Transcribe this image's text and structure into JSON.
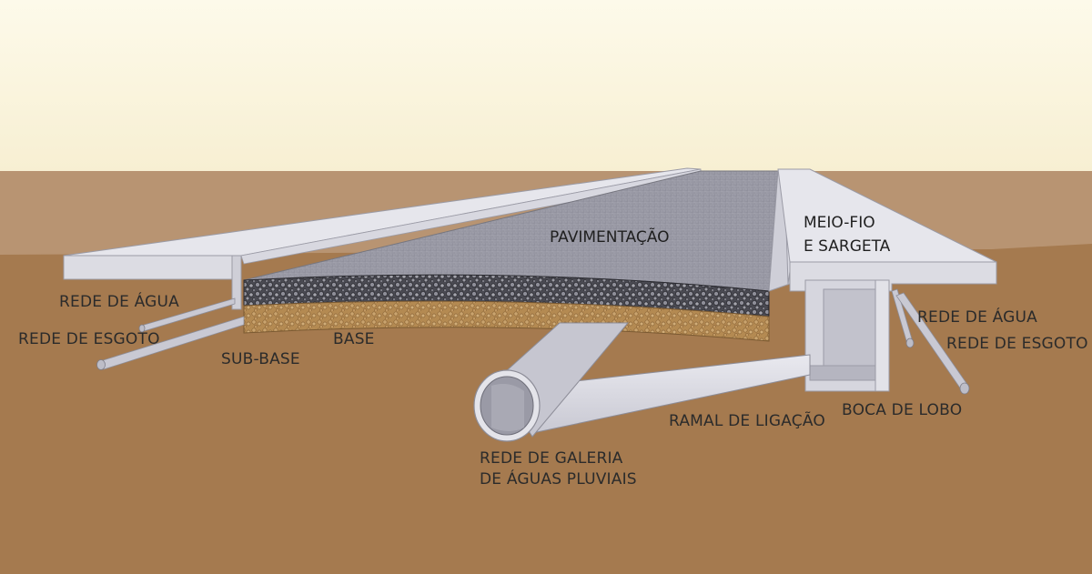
{
  "labels": {
    "pavimentacao": "PAVIMENTAÇÃO",
    "meio_fio_line1": "MEIO-FIO",
    "meio_fio_line2": "E SARGETA",
    "rede_agua_left": "REDE DE ÁGUA",
    "rede_esgoto_left": "REDE DE ESGOTO",
    "base": "BASE",
    "sub_base": "SUB-BASE",
    "rede_agua_right": "REDE DE ÁGUA",
    "rede_esgoto_right": "REDE DE ESGOTO",
    "boca_de_lobo": "BOCA DE LOBO",
    "ramal_de_ligacao": "RAMAL DE LIGAÇÃO",
    "galeria_line1": "REDE DE GALERIA",
    "galeria_line2": "DE ÁGUAS PLUVIAIS"
  },
  "colors": {
    "sky": "#fbf6e2",
    "ground": "#a57a4f",
    "ground_far": "#b89472",
    "asphalt": "#9a9aa6",
    "concrete": "#e4e4ea",
    "base_layer": "#4e4e56",
    "sub_base_layer": "#b08850"
  }
}
